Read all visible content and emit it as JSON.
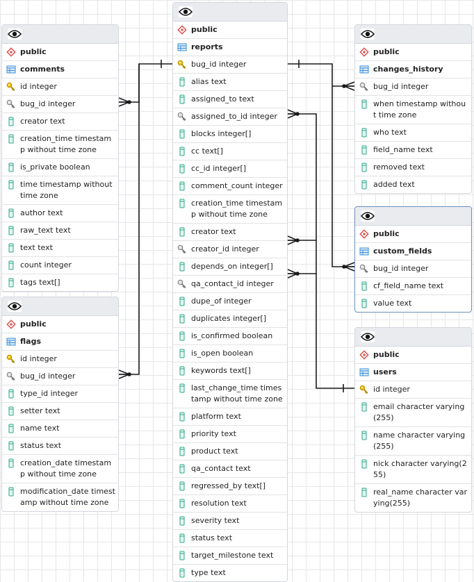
{
  "tables": [
    {
      "id": "comments",
      "schema": "public",
      "name": "comments",
      "columns": [
        {
          "text": "id integer",
          "icon": "primary-key-icon"
        },
        {
          "text": "bug_id integer",
          "icon": "foreign-key-icon"
        },
        {
          "text": "creator text",
          "icon": "column-icon"
        },
        {
          "text": "creation_time timestamp without time zone",
          "icon": "column-icon"
        },
        {
          "text": "is_private boolean",
          "icon": "column-icon"
        },
        {
          "text": "time timestamp without time zone",
          "icon": "column-icon"
        },
        {
          "text": "author text",
          "icon": "column-icon"
        },
        {
          "text": "raw_text text",
          "icon": "column-icon"
        },
        {
          "text": "text text",
          "icon": "column-icon"
        },
        {
          "text": "count integer",
          "icon": "column-icon"
        },
        {
          "text": "tags text[]",
          "icon": "column-icon"
        }
      ]
    },
    {
      "id": "flags",
      "schema": "public",
      "name": "flags",
      "columns": [
        {
          "text": "id integer",
          "icon": "primary-key-icon"
        },
        {
          "text": "bug_id integer",
          "icon": "foreign-key-icon"
        },
        {
          "text": "type_id integer",
          "icon": "column-icon"
        },
        {
          "text": "setter text",
          "icon": "column-icon"
        },
        {
          "text": "name text",
          "icon": "column-icon"
        },
        {
          "text": "status text",
          "icon": "column-icon"
        },
        {
          "text": "creation_date timestamp without time zone",
          "icon": "column-icon"
        },
        {
          "text": "modification_date timestamp without time zone",
          "icon": "column-icon"
        }
      ]
    },
    {
      "id": "reports",
      "schema": "public",
      "name": "reports",
      "columns": [
        {
          "text": "bug_id integer",
          "icon": "primary-key-icon"
        },
        {
          "text": "alias text",
          "icon": "column-icon"
        },
        {
          "text": "assigned_to text",
          "icon": "column-icon"
        },
        {
          "text": "assigned_to_id integer",
          "icon": "foreign-key-icon"
        },
        {
          "text": "blocks integer[]",
          "icon": "column-icon"
        },
        {
          "text": "cc text[]",
          "icon": "column-icon"
        },
        {
          "text": "cc_id integer[]",
          "icon": "column-icon"
        },
        {
          "text": "comment_count integer",
          "icon": "column-icon"
        },
        {
          "text": "creation_time timestamp without time zone",
          "icon": "column-icon"
        },
        {
          "text": "creator text",
          "icon": "column-icon"
        },
        {
          "text": "creator_id integer",
          "icon": "foreign-key-icon"
        },
        {
          "text": "depends_on integer[]",
          "icon": "column-icon"
        },
        {
          "text": "qa_contact_id integer",
          "icon": "foreign-key-icon"
        },
        {
          "text": "dupe_of integer",
          "icon": "column-icon"
        },
        {
          "text": "duplicates integer[]",
          "icon": "column-icon"
        },
        {
          "text": "is_confirmed boolean",
          "icon": "column-icon"
        },
        {
          "text": "is_open boolean",
          "icon": "column-icon"
        },
        {
          "text": "keywords text[]",
          "icon": "column-icon"
        },
        {
          "text": "last_change_time timestamp without time zone",
          "icon": "column-icon"
        },
        {
          "text": "platform text",
          "icon": "column-icon"
        },
        {
          "text": "priority text",
          "icon": "column-icon"
        },
        {
          "text": "product text",
          "icon": "column-icon"
        },
        {
          "text": "qa_contact text",
          "icon": "column-icon"
        },
        {
          "text": "regressed_by text[]",
          "icon": "column-icon"
        },
        {
          "text": "resolution text",
          "icon": "column-icon"
        },
        {
          "text": "severity text",
          "icon": "column-icon"
        },
        {
          "text": "status text",
          "icon": "column-icon"
        },
        {
          "text": "target_milestone text",
          "icon": "column-icon"
        },
        {
          "text": "type text",
          "icon": "column-icon"
        }
      ]
    },
    {
      "id": "changes_history",
      "schema": "public",
      "name": "changes_history",
      "columns": [
        {
          "text": "bug_id integer",
          "icon": "foreign-key-icon"
        },
        {
          "text": "when timestamp without time zone",
          "icon": "column-icon"
        },
        {
          "text": "who text",
          "icon": "column-icon"
        },
        {
          "text": "field_name text",
          "icon": "column-icon"
        },
        {
          "text": "removed text",
          "icon": "column-icon"
        },
        {
          "text": "added text",
          "icon": "column-icon"
        }
      ]
    },
    {
      "id": "custom_fields",
      "schema": "public",
      "name": "custom_fields",
      "columns": [
        {
          "text": "bug_id integer",
          "icon": "foreign-key-icon"
        },
        {
          "text": "cf_field_name text",
          "icon": "column-icon"
        },
        {
          "text": "value text",
          "icon": "column-icon"
        }
      ]
    },
    {
      "id": "users",
      "schema": "public",
      "name": "users",
      "columns": [
        {
          "text": "id integer",
          "icon": "primary-key-icon"
        },
        {
          "text": "email character varying(255)",
          "icon": "column-icon"
        },
        {
          "text": "name character varying(255)",
          "icon": "column-icon"
        },
        {
          "text": "nick character varying(255)",
          "icon": "column-icon"
        },
        {
          "text": "real_name character varying(255)",
          "icon": "column-icon"
        }
      ]
    }
  ],
  "relationships": [
    {
      "from": "comments.bug_id",
      "to": "reports.bug_id",
      "cardinality": "many-to-one"
    },
    {
      "from": "flags.bug_id",
      "to": "reports.bug_id",
      "cardinality": "many-to-one"
    },
    {
      "from": "changes_history.bug_id",
      "to": "reports.bug_id",
      "cardinality": "many-to-one"
    },
    {
      "from": "custom_fields.bug_id",
      "to": "reports.bug_id",
      "cardinality": "many-to-one"
    },
    {
      "from": "reports.assigned_to_id",
      "to": "users.id",
      "cardinality": "many-to-one"
    },
    {
      "from": "reports.creator_id",
      "to": "users.id",
      "cardinality": "many-to-one"
    },
    {
      "from": "reports.qa_contact_id",
      "to": "users.id",
      "cardinality": "many-to-one"
    }
  ],
  "colors": {
    "primary_key": "#e8b400",
    "foreign_key": "#888888",
    "column": "#2aa58a",
    "schema": "#d9534f",
    "table": "#3a8fd4"
  }
}
